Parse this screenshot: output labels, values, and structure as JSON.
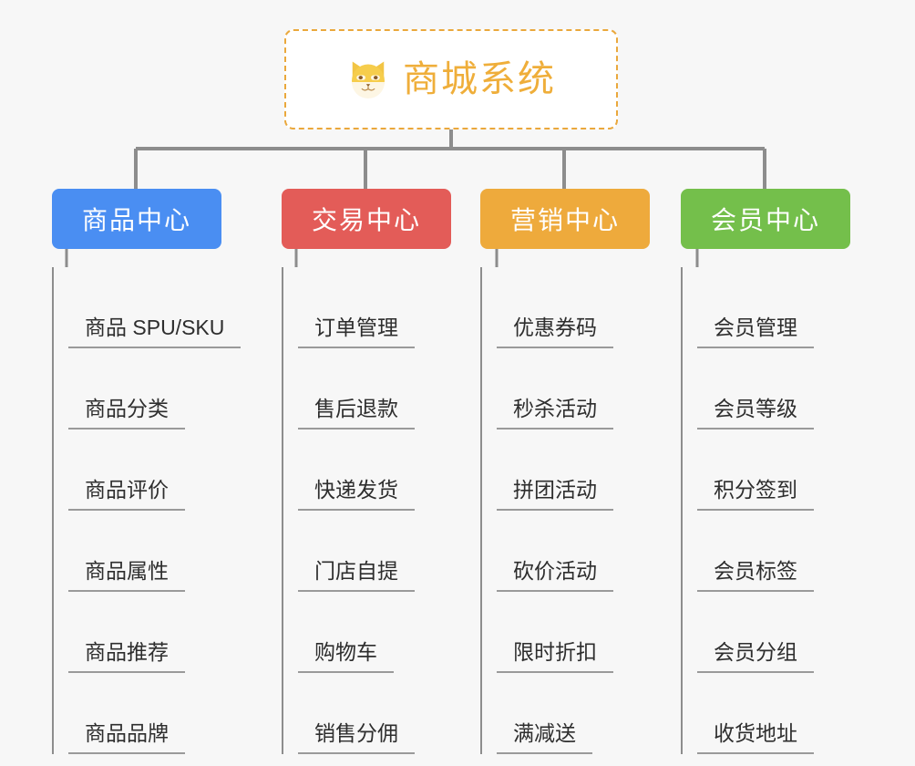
{
  "root": {
    "title": "商城系统",
    "icon": "dog-face-icon",
    "border_color": "#eaa83c",
    "text_color": "#efae3a",
    "background": "#ffffff"
  },
  "canvas": {
    "background": "#f7f7f7",
    "connector_color": "#8d8d8d",
    "divider_color": "#9a9a9a"
  },
  "columns": [
    {
      "label": "商品中心",
      "color": "#4a8ef2",
      "items": [
        "商品 SPU/SKU",
        "商品分类",
        "商品评价",
        "商品属性",
        "商品推荐",
        "商品品牌"
      ]
    },
    {
      "label": "交易中心",
      "color": "#e35c58",
      "items": [
        "订单管理",
        "售后退款",
        "快递发货",
        "门店自提",
        "购物车",
        "销售分佣"
      ]
    },
    {
      "label": "营销中心",
      "color": "#eeaa3c",
      "items": [
        "优惠券码",
        "秒杀活动",
        "拼团活动",
        "砍价活动",
        "限时折扣",
        "满减送"
      ]
    },
    {
      "label": "会员中心",
      "color": "#74bf4b",
      "items": [
        "会员管理",
        "会员等级",
        "积分签到",
        "会员标签",
        "会员分组",
        "收货地址"
      ]
    }
  ]
}
